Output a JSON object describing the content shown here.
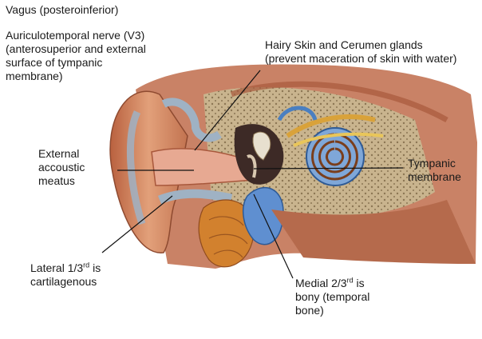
{
  "labels": {
    "vagus": "Vagus (posteroinferior)",
    "auriculotemporal": "Auriculotemporal nerve (V3)\n(anterosuperior and external\nsurface of tympanic\nmembrane)",
    "hairy_skin": "Hairy Skin and Cerumen glands\n(prevent maceration of skin with water)",
    "external_meatus": "External\naccoustic\nmeatus",
    "tympanic_membrane": "Tympanic\nmembrane",
    "lateral_prefix": "Lateral 1/3",
    "lateral_sup": "rd",
    "lateral_suffix": " is\ncartilagenous",
    "medial_prefix": "Medial 2/3",
    "medial_sup": "rd",
    "medial_suffix": " is\nbony (temporal\nbone)"
  },
  "colors": {
    "skin": "#d9956f",
    "skin_dark": "#a8583c",
    "bone": "#c9b48e",
    "canal": "#e7a992",
    "cartilage": "#9fb2c4",
    "gland": "#d2812e",
    "nerve_blue": "#4a7fc1",
    "tube_blue": "#5f8fd0",
    "cochlea": "#7fa7d8"
  }
}
